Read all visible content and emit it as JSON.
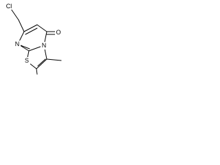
{
  "molecule": {
    "atoms": {
      "cl": "Cl",
      "n_ring": "N",
      "n_fused": "N",
      "s": "S",
      "o": "O"
    }
  },
  "colors": {
    "background": "#ffffff",
    "ink": "#000000"
  }
}
